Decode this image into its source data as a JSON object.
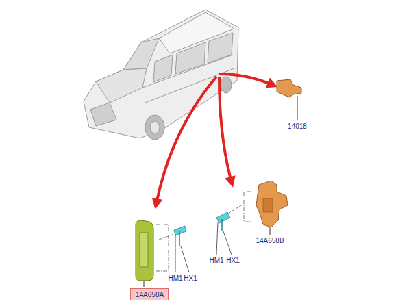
{
  "diagram": {
    "nodes": [
      {
        "text": [
          "14A658A"
        ]
      }
    ],
    "labels": [
      "14018",
      "HM1",
      "HX1",
      "HM1",
      "HX1",
      "14A658B"
    ]
  }
}
